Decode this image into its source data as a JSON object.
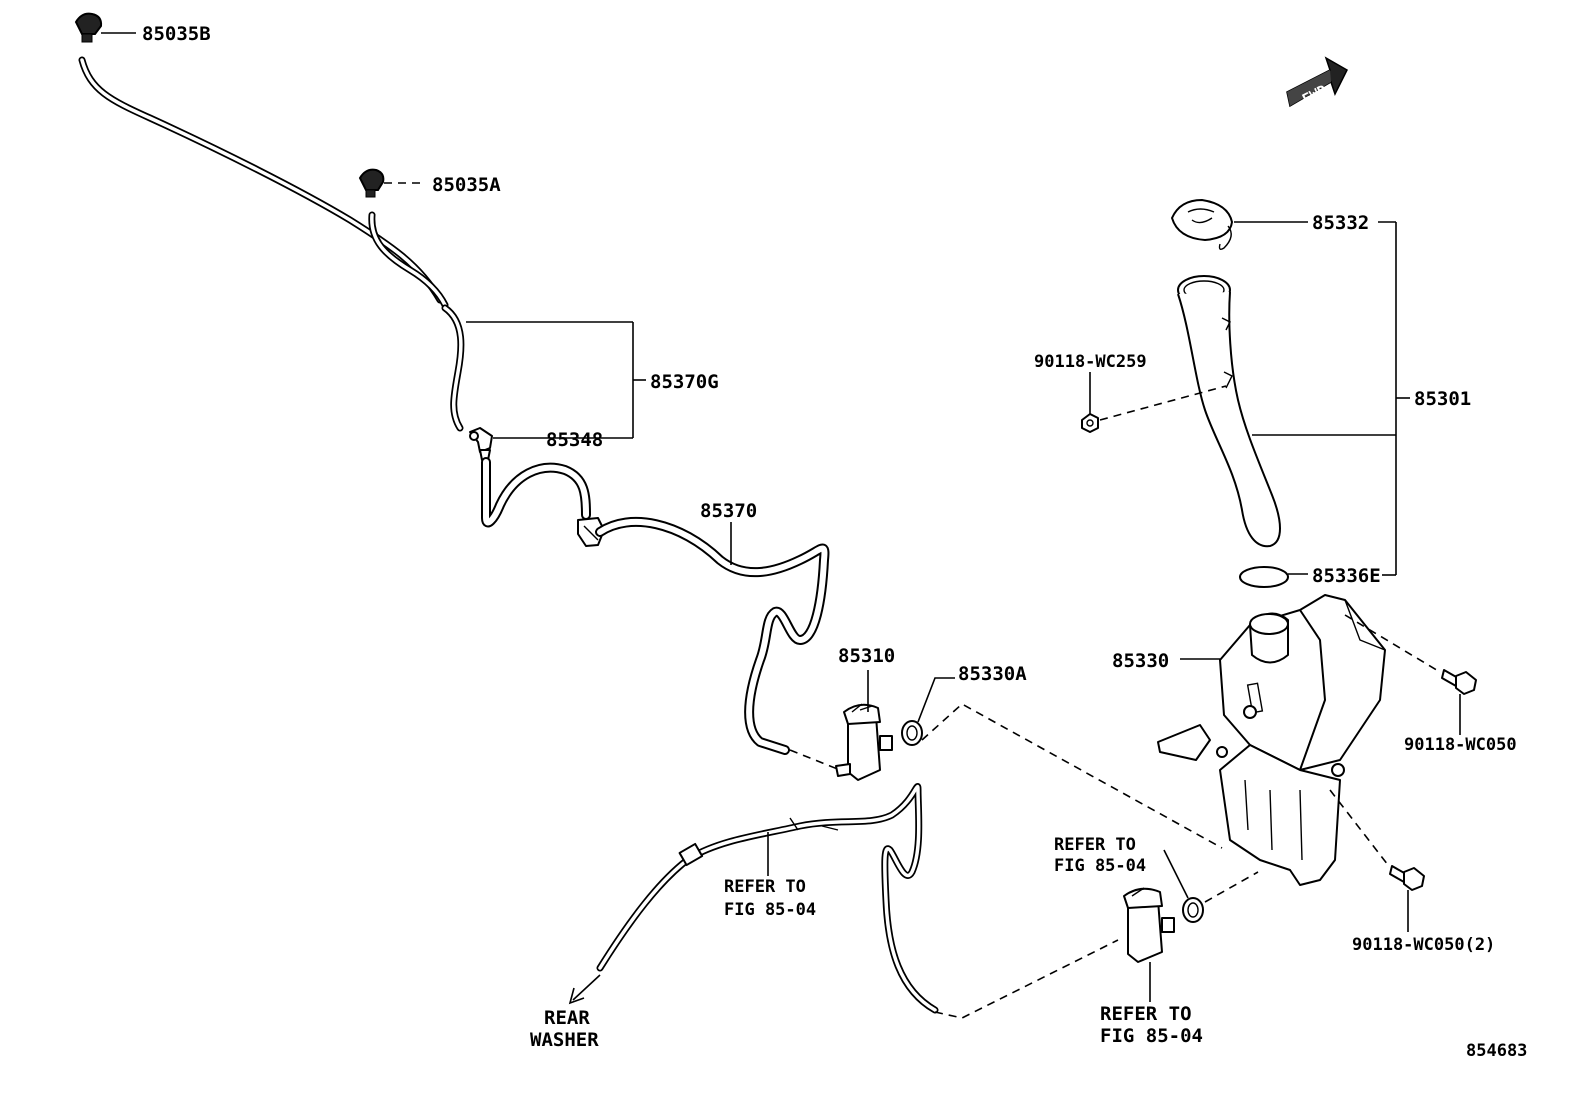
{
  "labels": {
    "p85035B": "85035B",
    "p85035A": "85035A",
    "p85370G": "85370G",
    "p85348": "85348",
    "p85370": "85370",
    "p85310": "85310",
    "p85330A": "85330A",
    "p85332": "85332",
    "p90118_WC259": "90118-WC259",
    "p85301": "85301",
    "p85336E": "85336E",
    "p85330": "85330",
    "p90118_WC050": "90118-WC050",
    "p90118_WC050_2": "90118-WC050(2)",
    "refer_mid_1": "REFER TO",
    "refer_mid_2": "FIG 85-04",
    "refer_right_1": "REFER TO",
    "refer_right_2": "FIG 85-04",
    "refer_bottom_1": "REFER TO",
    "refer_bottom_2": "FIG 85-04",
    "rear_washer_1": "REAR",
    "rear_washer_2": "WASHER",
    "fwd": "FWD",
    "figure_number": "854683"
  }
}
